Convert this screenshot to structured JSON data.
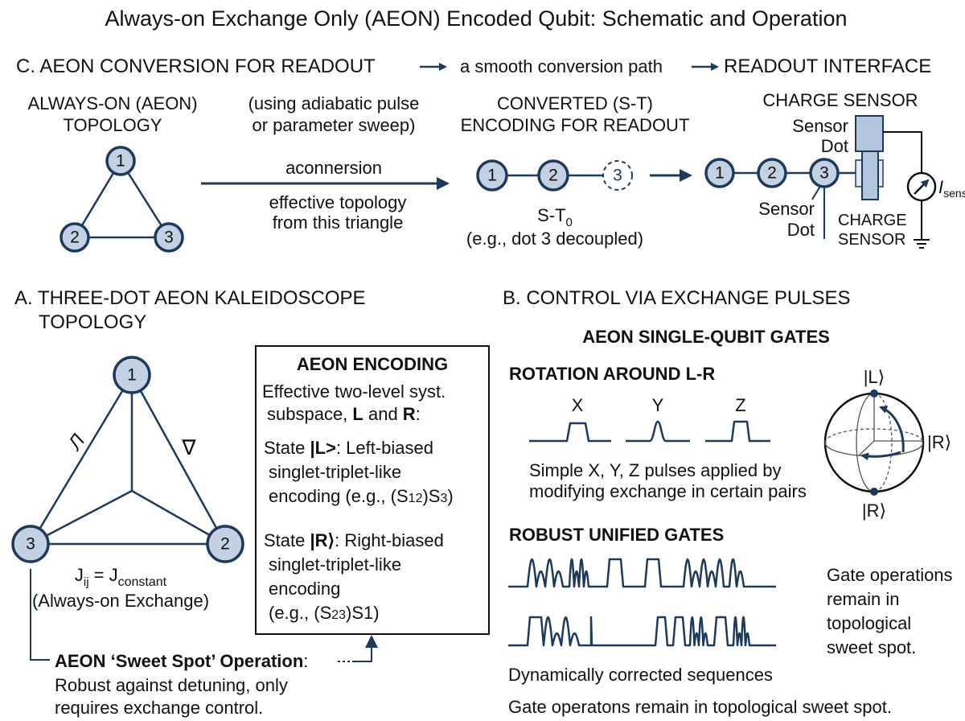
{
  "title": "Always-on Exchange Only (AEON) Encoded Qubit: Schematic and Operation",
  "section_c": {
    "heading": "C. AEON CONVERSION FOR READOUT",
    "path_label": "a smooth conversion path",
    "readout_heading": "READOUT INTERFACE",
    "topology_title": [
      "ALWAYS-ON (AEON)",
      "TOPOLOGY"
    ],
    "method_note": [
      "(using adiabatic pulse",
      "or parameter sweep)"
    ],
    "converted_title": [
      "CONVERTED (S-T)",
      "ENCODING FOR READOUT"
    ],
    "sensor_title": "CHARGE SENSOR",
    "arrow_label": "aconnersion",
    "arrow_sublabel": [
      "effective topology",
      "from this triangle"
    ],
    "st_label": "S-T",
    "st_sub": "0",
    "st_note": "(e.g., dot 3 decoupled)",
    "sensor_dot_top": [
      "Sensor",
      "Dot"
    ],
    "sensor_dot_bottom": [
      "Sensor",
      "Dot"
    ],
    "charge_sensor_label": [
      "CHARGE",
      "SENSOR"
    ],
    "current_label": "I",
    "current_sub": "sens",
    "dots": [
      "1",
      "2",
      "3"
    ]
  },
  "section_a": {
    "heading": [
      "A. THREE-DOT AEON KALEIDOSCOPE",
      "TOPOLOGY"
    ],
    "dots": [
      "1",
      "2",
      "3"
    ],
    "edge_symbols": [
      "Л",
      "∇"
    ],
    "j_label": "J",
    "j_sub": "ij",
    "j_eq": " = J",
    "j_const": "constant",
    "exchange_note": "(Always-on Exchange)",
    "sweet_spot_title": "AEON ‘Sweet Spot’ Operation",
    "sweet_spot_colon": ":",
    "sweet_spot_desc": [
      "Robust against detuning, only",
      "requires exchange control."
    ],
    "encoding_box": {
      "title": "AEON ENCODING",
      "intro": [
        "Effective two-level syst.",
        "subspace, ",
        "L",
        " and ",
        "R",
        ":"
      ],
      "state_l": [
        "State ",
        "|L>",
        ": Left-biased",
        "singlet-triplet-like",
        "encoding (e.g., (S",
        "12",
        ")S",
        "3",
        ")"
      ],
      "state_r": [
        "State ",
        "|R⟩",
        ": Right-biased",
        "singlet-triplet-like",
        "encoding",
        "(e.g., (S",
        "23",
        ")S1)"
      ]
    }
  },
  "section_b": {
    "heading": "B. CONTROL VIA EXCHANGE PULSES",
    "gates_title": "AEON SINGLE-QUBIT GATES",
    "rotation_title": "ROTATION AROUND L-R",
    "pulse_labels": [
      "X",
      "Y",
      "Z"
    ],
    "pulse_desc": [
      "Simple X, Y, Z pulses applied by",
      "modifying exchange in certain pairs"
    ],
    "bloch_labels": {
      "top": "|L⟩",
      "right": "|R⟩",
      "bottom": "|R⟩"
    },
    "robust_title": "ROBUST UNIFIED GATES",
    "robust_note": [
      "Gate operations",
      "remain in",
      "topological",
      "sweet spot."
    ],
    "sequence_caption": "Dynamically corrected sequences",
    "footer": "Gate operatons remain in topological sweet spot."
  },
  "colors": {
    "accent": "#1c3a5e",
    "node_fill": "#c3d1e3"
  }
}
